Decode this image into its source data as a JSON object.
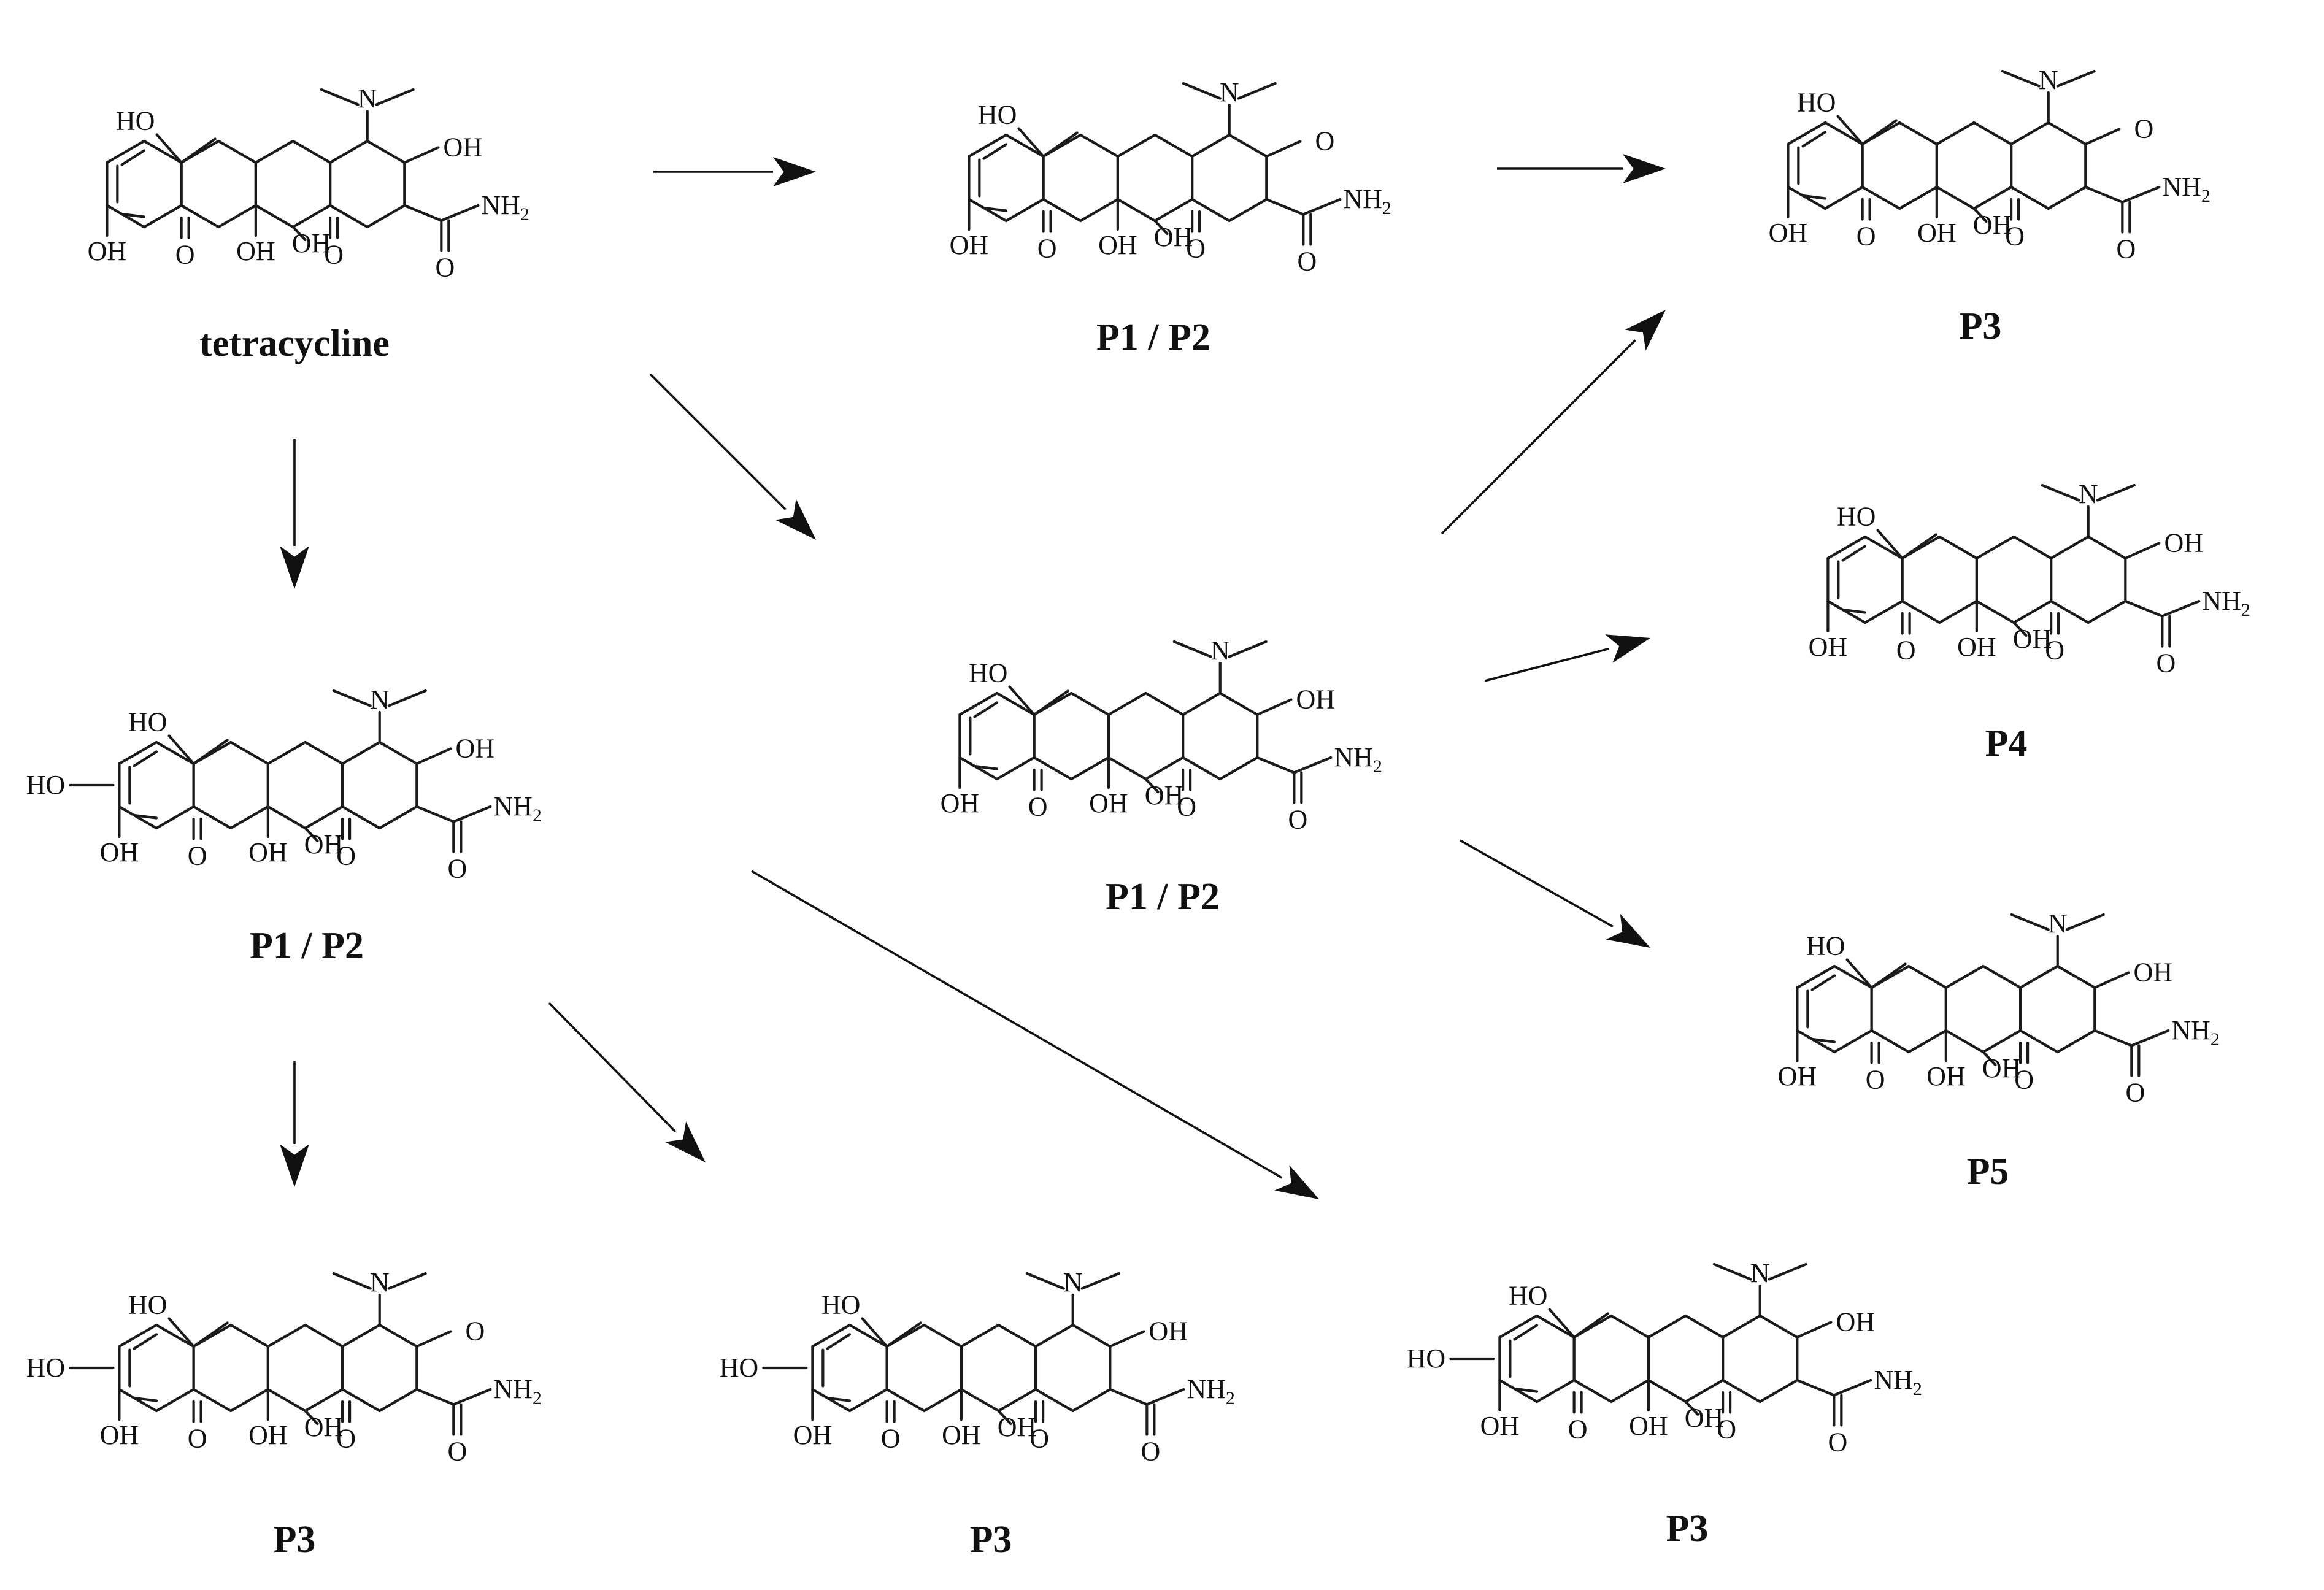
{
  "colors": {
    "ink": "#111111",
    "background": "#ffffff"
  },
  "compounds": [
    {
      "id": "tetracycline",
      "label": "tetracycline"
    },
    {
      "id": "p12_top",
      "label": "P1 / P2"
    },
    {
      "id": "p3_top",
      "label": "P3"
    },
    {
      "id": "p12_left",
      "label": "P1 / P2"
    },
    {
      "id": "p12_center",
      "label": "P1 / P2"
    },
    {
      "id": "p4",
      "label": "P4"
    },
    {
      "id": "p5",
      "label": "P5"
    },
    {
      "id": "p3_bottom_left",
      "label": "P3"
    },
    {
      "id": "p3_bottom_mid",
      "label": "P3"
    },
    {
      "id": "p3_bottom_right",
      "label": "P3"
    }
  ],
  "atom_labels": {
    "hydroxyl": "OH",
    "hydroxyl_left": "HO",
    "carbonyl_oxygen": "O",
    "amide": "NH2",
    "dimethylamino": "N"
  },
  "reactions": [
    {
      "from": "tetracycline",
      "to": "p12_top"
    },
    {
      "from": "tetracycline",
      "to": "p12_left"
    },
    {
      "from": "tetracycline",
      "to": "p12_center"
    },
    {
      "from": "p12_top",
      "to": "p3_top"
    },
    {
      "from": "p12_center",
      "to": "p3_top"
    },
    {
      "from": "p12_center",
      "to": "p4"
    },
    {
      "from": "p12_center",
      "to": "p5"
    },
    {
      "from": "p12_left",
      "to": "p3_bottom_left"
    },
    {
      "from": "p12_left",
      "to": "p3_bottom_mid"
    },
    {
      "from": "p12_left",
      "to": "p3_bottom_right"
    }
  ]
}
